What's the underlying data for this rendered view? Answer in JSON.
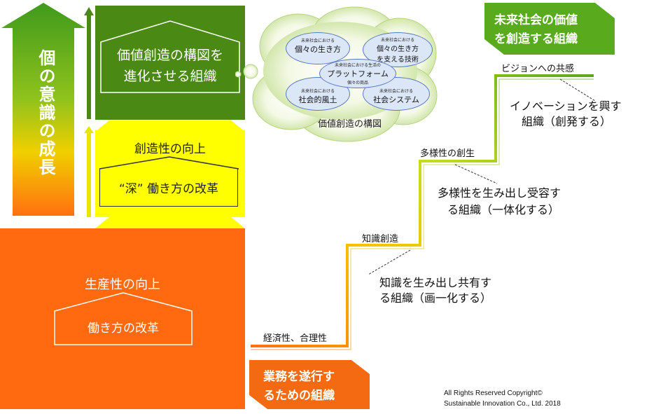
{
  "left_arrow": {
    "label": "個の意識の成長"
  },
  "top_box": {
    "title_line1": "価値創造の構図を",
    "title_line2": "進化させる組織"
  },
  "middle_box": {
    "heading": "創造性の向上",
    "inner": "“深” 働き方の改革"
  },
  "bottom_box": {
    "heading": "生産性の向上",
    "inner": "働き方の改革"
  },
  "cloud": {
    "caption": "価値創造の構図",
    "bubbles": [
      {
        "small": "未来社会における",
        "main": "個々の生き方"
      },
      {
        "small": "未来社会における",
        "main": "個々の生き方",
        "main2": "を支える技術"
      },
      {
        "small": "未来社会における生活の",
        "main": "プラットフォーム",
        "sub": "個々の商品"
      },
      {
        "small": "未来社会における",
        "main": "社会的風土"
      },
      {
        "small": "未来社会における",
        "main": "社会システム"
      }
    ]
  },
  "stairs": {
    "step1": "経済性、合理性",
    "step2": "知識創造",
    "step3": "多様性の創生",
    "step4": "ビジョンへの共感",
    "desc1_line1": "知識を生み出し共有す",
    "desc1_line2": "る組織（画一化する）",
    "desc2_line1": "多様性を生み出し受容す",
    "desc2_line2": "る組織（一体化する）",
    "desc3_line1": "イノベーションを興す",
    "desc3_line2": "組織（創発する）"
  },
  "top_badge": {
    "line1": "未来社会の価値",
    "line2": "を創造する組織"
  },
  "bottom_badge": {
    "line1": "業務を遂行す",
    "line2": "るための組織"
  },
  "copyright": {
    "line1": "All Rights Reserved Copyright©",
    "line2": "Sustainable Innovation Co., Ltd.  2018"
  },
  "colors": {
    "green": "#4a8a14",
    "yellow": "#ffff00",
    "orange": "#ff6a10",
    "badge_green": "#5aaa1e",
    "badge_orange": "#f46a12"
  }
}
